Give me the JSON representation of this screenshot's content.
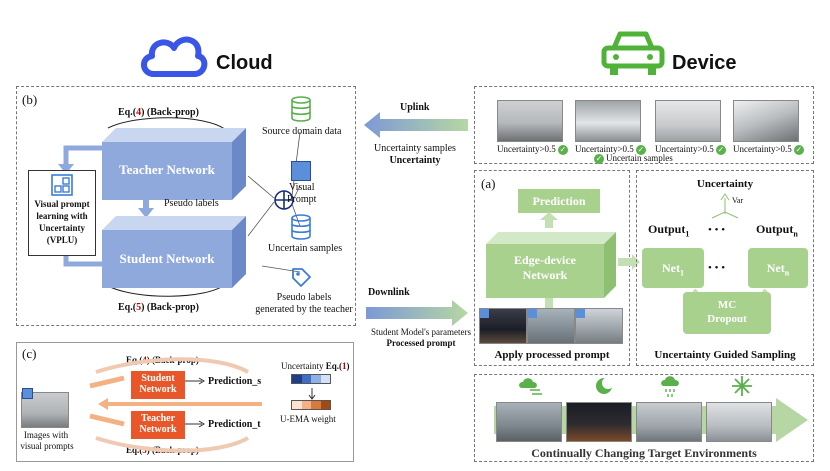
{
  "cloud": {
    "title": "Cloud"
  },
  "device": {
    "title": "Device"
  },
  "panel_b": {
    "label": "(b)",
    "eq_top": {
      "prefix": "Eq.(",
      "num": "4",
      "suffix": ") (Back-prop)"
    },
    "eq_bottom": {
      "prefix": "Eq.(",
      "num": "5",
      "suffix": ") (Back-prop)"
    },
    "teacher": "Teacher Network",
    "student": "Student Network",
    "pseudo_labels": "Pseudo labels",
    "vplu": [
      "Visual prompt",
      "learning with",
      "Uncertainty",
      "(VPLU)"
    ],
    "source_domain": "Source domain data",
    "visual_prompt": [
      "Visual",
      "Prompt"
    ],
    "uncertain_samples": "Uncertain samples",
    "pseudo_teacher": [
      "Pseudo labels",
      "generated by the teacher"
    ]
  },
  "uplink": {
    "title": "Uplink",
    "line1": "Uncertainty samples",
    "line2": "Uncertainty"
  },
  "downlink": {
    "title": "Downlink",
    "line1": "Student Model's parameters",
    "line2": "Processed prompt"
  },
  "device_samples": {
    "labels": [
      "Uncertainty>0.5",
      "Uncertainty>0.5",
      "Uncertainty>0.5",
      "Uncertainty>0.5"
    ],
    "caption": "Uncertain samples"
  },
  "panel_a": {
    "label": "(a)",
    "prediction": "Prediction",
    "edge": [
      "Edge-device",
      "Network"
    ],
    "caption": "Apply processed prompt"
  },
  "sampling": {
    "uncertainty": "Uncertainty",
    "var": "Var",
    "output1": "Output",
    "output1_sub": "1",
    "outputn": "Output",
    "outputn_sub": "n",
    "net1": "Net",
    "net1_sub": "1",
    "netn": "Net",
    "netn_sub": "n",
    "dots": "• • •",
    "mc": [
      "MC",
      "Dropout"
    ],
    "caption": "Uncertainty Guided Sampling"
  },
  "panel_c": {
    "label": "(c)",
    "eq_top": {
      "prefix": "Eq.(",
      "num": "4",
      "suffix": ") (Back-prop)"
    },
    "eq_bottom": {
      "prefix": "Eq.(",
      "num": "5",
      "suffix": ") (Back-prop)"
    },
    "student": [
      "Student",
      "Network"
    ],
    "teacher": [
      "Teacher",
      "Network"
    ],
    "pred_s": "Prediction_s",
    "pred_t": "Prediction_t",
    "uncertainty_prefix": "Uncertainty ",
    "uncertainty_eq": "Eq.(",
    "uncertainty_num": "1",
    "uncertainty_end": ")",
    "uema": "U-EMA weight",
    "images": [
      "Images with",
      "visual prompts"
    ]
  },
  "bottom": {
    "caption": "Continually Changing Target Environments"
  },
  "colors": {
    "accent_red": "#c00000",
    "green": "#a9d18e",
    "blue": "#3a56e6",
    "device_green": "#4fb33a",
    "network_blue": "#8fa9dc",
    "orange": "#e8562a"
  }
}
